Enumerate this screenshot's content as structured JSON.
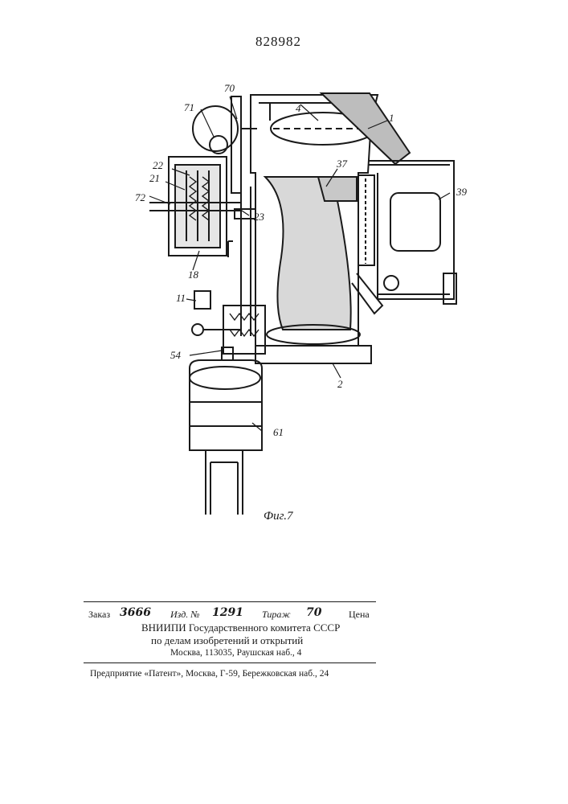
{
  "header": {
    "patent_number": "828982"
  },
  "figure": {
    "caption": "Фиг.7",
    "callouts": {
      "c70": "70",
      "c71": "71",
      "c4": "4",
      "c1": "1",
      "c22": "22",
      "c21": "21",
      "c37": "37",
      "c39": "39",
      "c72": "72",
      "c23": "23",
      "c18": "18",
      "c11": "11",
      "c54": "54",
      "c2": "2",
      "c61": "61"
    }
  },
  "colophon": {
    "order_label": "Заказ",
    "order_value": "3666",
    "edition_label": "Изд. №",
    "edition_value": "1291",
    "print_run_label": "Тираж",
    "print_run_value": "70",
    "price_label": "Цена",
    "org_line1": "ВНИИПИ Государственного комитета СССР",
    "org_line2": "по делам изобретений и открытий",
    "org_address": "Москва, 113035, Раушская наб., 4",
    "printer_line": "Предприятие «Патент», Москва, Г-59, Бережковская наб., 24"
  }
}
